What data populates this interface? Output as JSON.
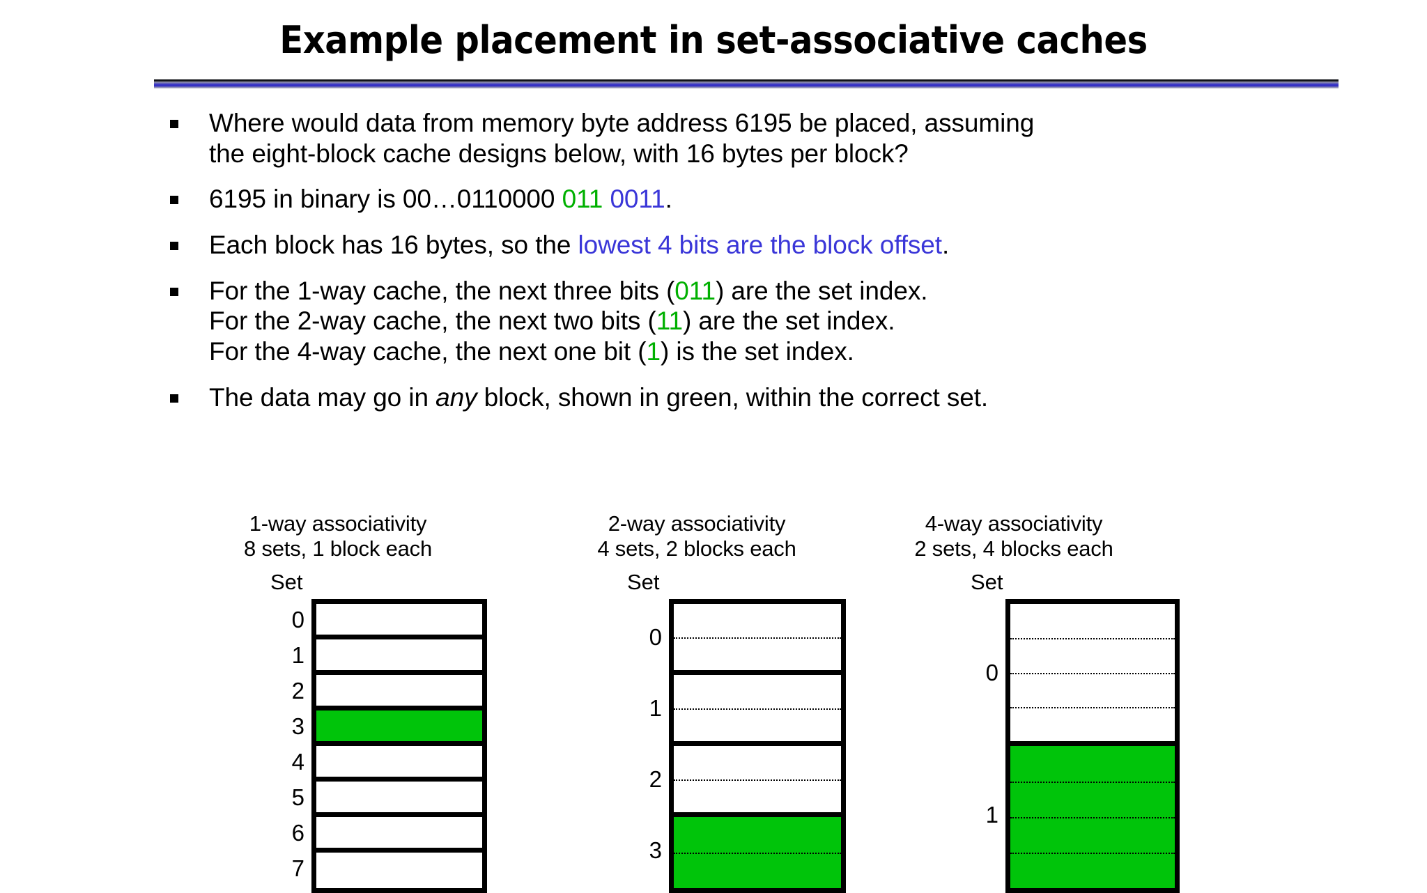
{
  "slide": {
    "title": "Example placement in set-associative caches"
  },
  "colors": {
    "green": "#00b000",
    "blue": "#3a36d8",
    "block_fill_green": "#00c40a",
    "rule_blue": "#3a36c8"
  },
  "bullets": [
    {
      "lines": [
        [
          {
            "t": "Where would data from memory byte address 6195 be placed, assuming",
            "c": "black"
          }
        ],
        [
          {
            "t": "the eight-block cache designs below, with 16 bytes per block?",
            "c": "black"
          }
        ]
      ]
    },
    {
      "lines": [
        [
          {
            "t": "6195 in binary is 00…0110000 ",
            "c": "black"
          },
          {
            "t": "011",
            "c": "green"
          },
          {
            "t": " ",
            "c": "black"
          },
          {
            "t": "0011",
            "c": "blue"
          },
          {
            "t": ".",
            "c": "black"
          }
        ]
      ]
    },
    {
      "lines": [
        [
          {
            "t": "Each block has 16 bytes, so the ",
            "c": "black"
          },
          {
            "t": "lowest 4 bits are the block offset",
            "c": "blue"
          },
          {
            "t": ".",
            "c": "black"
          }
        ]
      ]
    },
    {
      "lines": [
        [
          {
            "t": "For the 1-way cache, the next three bits (",
            "c": "black"
          },
          {
            "t": "011",
            "c": "green"
          },
          {
            "t": ") are the set index.",
            "c": "black"
          }
        ],
        [
          {
            "t": "For the 2-way cache, the next two bits (",
            "c": "black"
          },
          {
            "t": "11",
            "c": "green"
          },
          {
            "t": ") are the set index.",
            "c": "black"
          }
        ],
        [
          {
            "t": "For the 4-way cache, the next one bit (",
            "c": "black"
          },
          {
            "t": "1",
            "c": "green"
          },
          {
            "t": ") is the set index.",
            "c": "black"
          }
        ]
      ]
    },
    {
      "lines": [
        [
          {
            "t": "The data may go in ",
            "c": "black"
          },
          {
            "t": "any",
            "c": "black",
            "i": true
          },
          {
            "t": " block, shown in green, within the correct set.",
            "c": "black"
          }
        ]
      ]
    }
  ],
  "diagrams": [
    {
      "name": "one-way",
      "title_line1": "1-way associativity",
      "title_line2": "8 sets, 1 block each",
      "set_word": "Set",
      "ways": 1,
      "sets": [
        {
          "label": "0",
          "filled": false
        },
        {
          "label": "1",
          "filled": false
        },
        {
          "label": "2",
          "filled": false
        },
        {
          "label": "3",
          "filled": true
        },
        {
          "label": "4",
          "filled": false
        },
        {
          "label": "5",
          "filled": false
        },
        {
          "label": "6",
          "filled": false
        },
        {
          "label": "7",
          "filled": false
        }
      ]
    },
    {
      "name": "two-way",
      "title_line1": "2-way associativity",
      "title_line2": "4 sets, 2 blocks each",
      "set_word": "Set",
      "ways": 2,
      "sets": [
        {
          "label": "0",
          "filled": false
        },
        {
          "label": "1",
          "filled": false
        },
        {
          "label": "2",
          "filled": false
        },
        {
          "label": "3",
          "filled": true
        }
      ]
    },
    {
      "name": "four-way",
      "title_line1": "4-way associativity",
      "title_line2": "2 sets, 4 blocks each",
      "set_word": "Set",
      "ways": 4,
      "sets": [
        {
          "label": "0",
          "filled": false
        },
        {
          "label": "1",
          "filled": true
        }
      ]
    }
  ]
}
